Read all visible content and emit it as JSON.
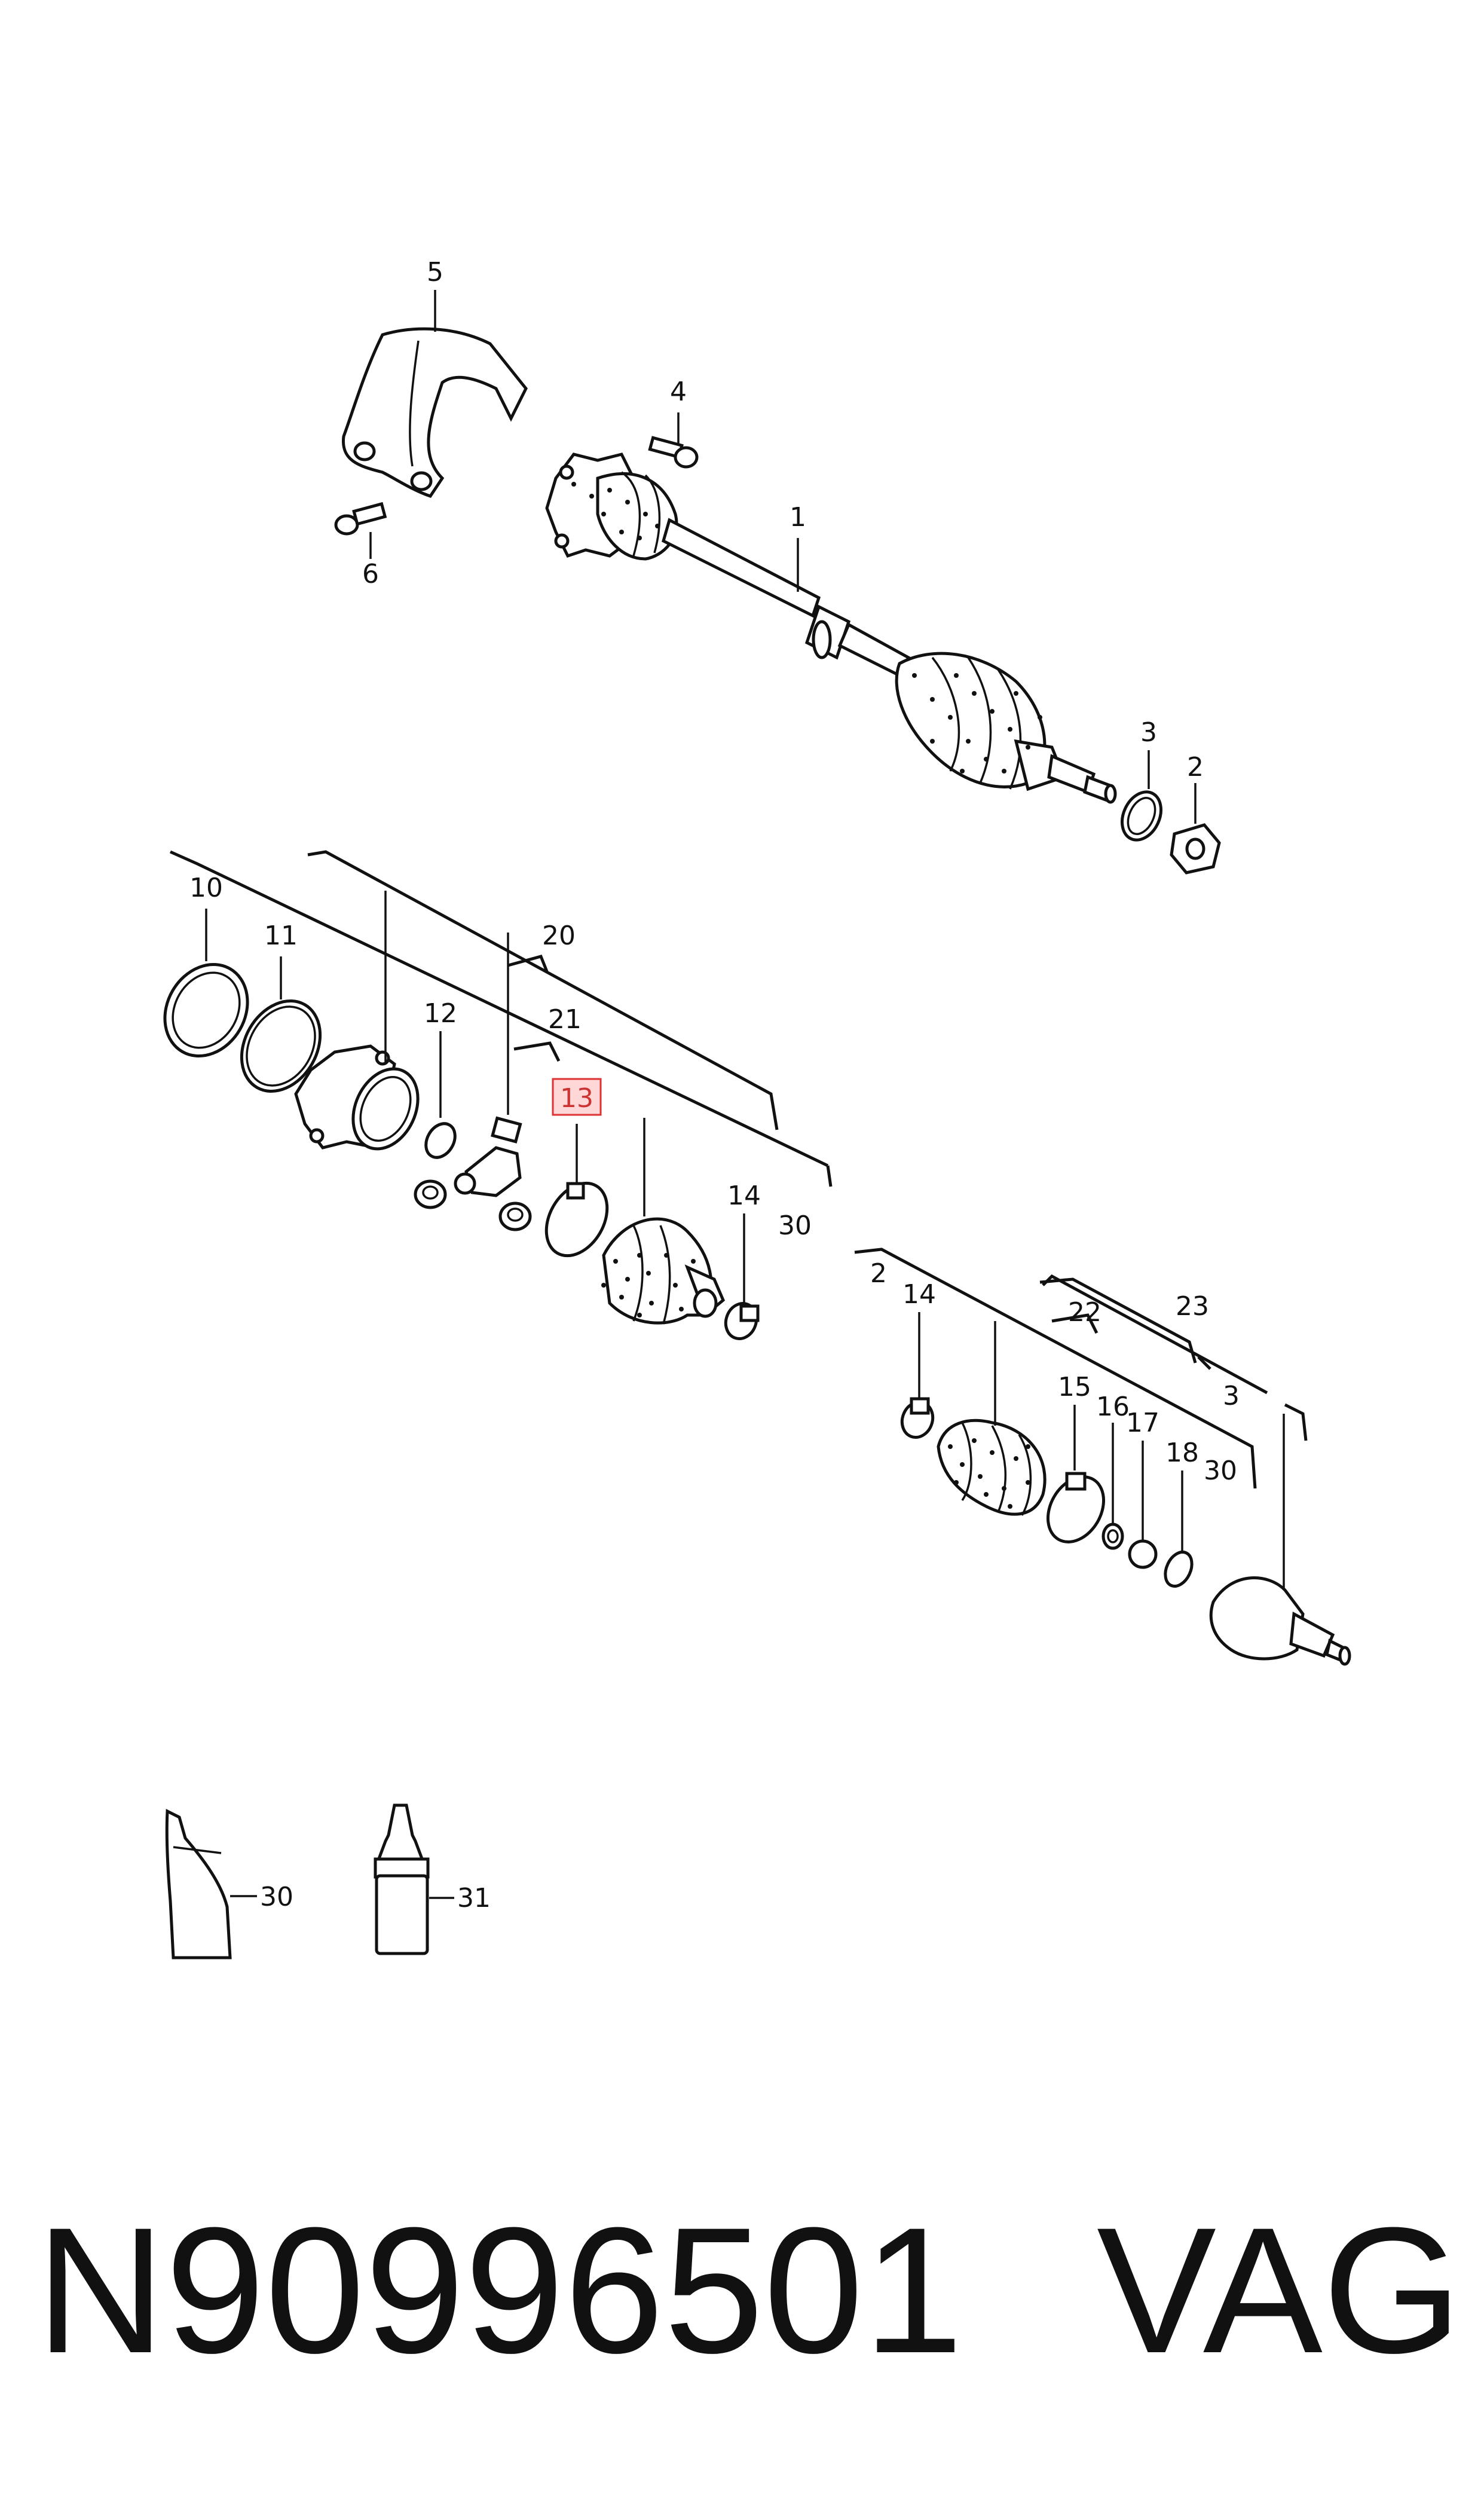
{
  "labels": {
    "p1": "1",
    "p2a": "2",
    "p2b": "2",
    "p3a": "3",
    "p3b": "3",
    "p4": "4",
    "p5": "5",
    "p6": "6",
    "p10": "10",
    "p11": "11",
    "p12": "12",
    "p13": "13",
    "p14a": "14",
    "p14b": "14",
    "p15": "15",
    "p16": "16",
    "p17": "17",
    "p18": "18",
    "p20": "20",
    "p21": "21",
    "p22": "22",
    "p23": "23",
    "p30a": "30",
    "p30b": "30",
    "p30c": "30",
    "p31": "31"
  },
  "highlighted_part": "13",
  "footer": {
    "part_number": "N90996501",
    "brand": "VAG"
  }
}
